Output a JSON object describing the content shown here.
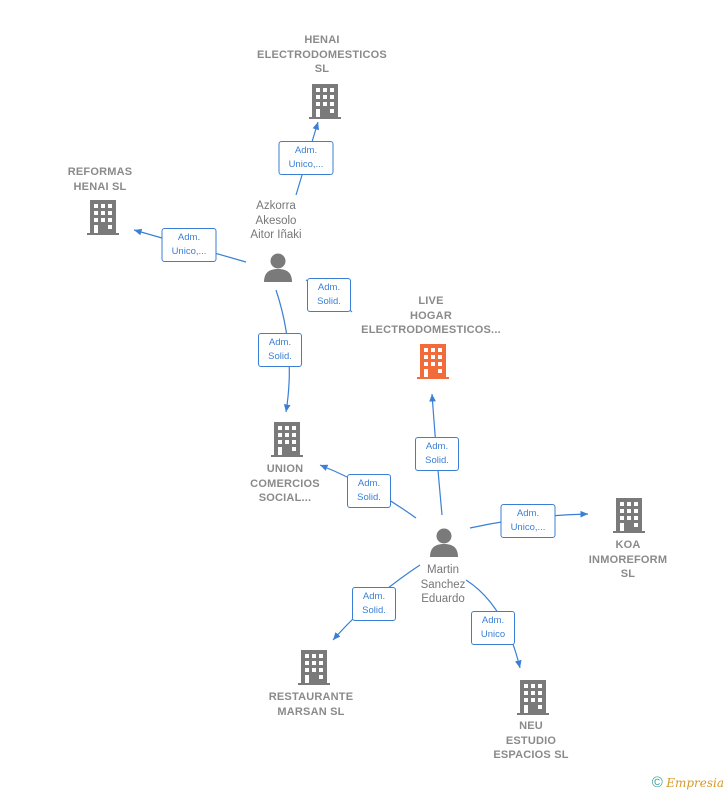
{
  "nodes": {
    "henai_electro": {
      "lines": [
        "HENAI",
        "ELECTRODOMESTICOS",
        "SL"
      ],
      "type": "company"
    },
    "reformas_henai": {
      "lines": [
        "REFORMAS",
        "HENAI  SL"
      ],
      "type": "company"
    },
    "azkorra": {
      "lines": [
        "Azkorra",
        "Akesolo",
        "Aitor Iñaki"
      ],
      "type": "person"
    },
    "live_hogar": {
      "lines": [
        "LIVE",
        "HOGAR",
        "ELECTRODOMESTICOS..."
      ],
      "type": "company-main"
    },
    "union_comercios": {
      "lines": [
        "UNION",
        "COMERCIOS",
        "SOCIAL..."
      ],
      "type": "company"
    },
    "martin": {
      "lines": [
        "Martin",
        "Sanchez",
        "Eduardo"
      ],
      "type": "person"
    },
    "koa": {
      "lines": [
        "KOA",
        "INMOREFORM",
        "SL"
      ],
      "type": "company"
    },
    "restaurante": {
      "lines": [
        "RESTAURANTE",
        "MARSAN SL"
      ],
      "type": "company"
    },
    "neu": {
      "lines": [
        "NEU",
        "ESTUDIO",
        "ESPACIOS  SL"
      ],
      "type": "company"
    }
  },
  "relations": [
    {
      "id": "r1",
      "lines": [
        "Adm.",
        "Unico,..."
      ]
    },
    {
      "id": "r2",
      "lines": [
        "Adm.",
        "Unico,..."
      ]
    },
    {
      "id": "r3",
      "lines": [
        "Adm.",
        "Solid."
      ]
    },
    {
      "id": "r4",
      "lines": [
        "Adm.",
        "Solid."
      ]
    },
    {
      "id": "r5",
      "lines": [
        "Adm.",
        "Solid."
      ]
    },
    {
      "id": "r6",
      "lines": [
        "Adm.",
        "Solid."
      ]
    },
    {
      "id": "r7",
      "lines": [
        "Adm.",
        "Unico,..."
      ]
    },
    {
      "id": "r8",
      "lines": [
        "Adm.",
        "Solid."
      ]
    },
    {
      "id": "r9",
      "lines": [
        "Adm.",
        "Unico"
      ]
    }
  ],
  "colors": {
    "company": "#7a7a7a",
    "main": "#f26b3a",
    "person": "#7a7a7a",
    "edge": "#3a7fd5"
  },
  "footer": {
    "copyright": "©",
    "brand": "Empresia"
  }
}
